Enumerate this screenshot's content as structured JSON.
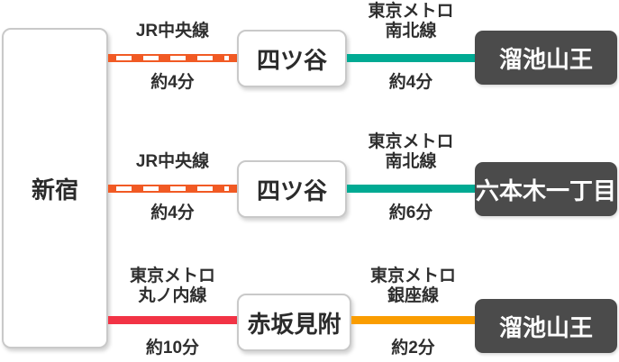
{
  "diagram_title": "transit-route-options-from-shinjuku",
  "origin": {
    "label": "新宿"
  },
  "routes": [
    {
      "leg1": {
        "operator": "",
        "line": "JR中央線",
        "duration": "約4分",
        "line_color": "#F15A24",
        "line_style": "dashed-white-on-orange"
      },
      "via": {
        "label": "四ツ谷"
      },
      "leg2": {
        "operator": "東京メトロ",
        "line": "南北線",
        "duration": "約4分",
        "line_color": "#00AA93",
        "line_style": "solid"
      },
      "destination": {
        "label": "溜池山王"
      }
    },
    {
      "leg1": {
        "operator": "",
        "line": "JR中央線",
        "duration": "約4分",
        "line_color": "#F15A24",
        "line_style": "dashed-white-on-orange"
      },
      "via": {
        "label": "四ツ谷"
      },
      "leg2": {
        "operator": "東京メトロ",
        "line": "南北線",
        "duration": "約6分",
        "line_color": "#00AA93",
        "line_style": "solid"
      },
      "destination": {
        "label": "六本木一丁目"
      }
    },
    {
      "leg1": {
        "operator": "東京メトロ",
        "line": "丸ノ内線",
        "duration": "約10分",
        "line_color": "#F23345",
        "line_style": "solid"
      },
      "via": {
        "label": "赤坂見附"
      },
      "leg2": {
        "operator": "東京メトロ",
        "line": "銀座線",
        "duration": "約2分",
        "line_color": "#FA9D00",
        "line_style": "solid"
      },
      "destination": {
        "label": "溜池山王"
      }
    }
  ],
  "colors": {
    "background": "#FFFFFF",
    "jr_chuo_line": "#F15A24",
    "metro_namboku_line": "#00AA93",
    "metro_marunouchi_line": "#F23345",
    "metro_ginza_line": "#FA9D00",
    "destination_box": "#4B4B4B",
    "station_box_background": "#FFFFFF",
    "station_box_border": "#C9C9C9",
    "text": "#2B2B2B",
    "dash": "#FFFFFF"
  }
}
